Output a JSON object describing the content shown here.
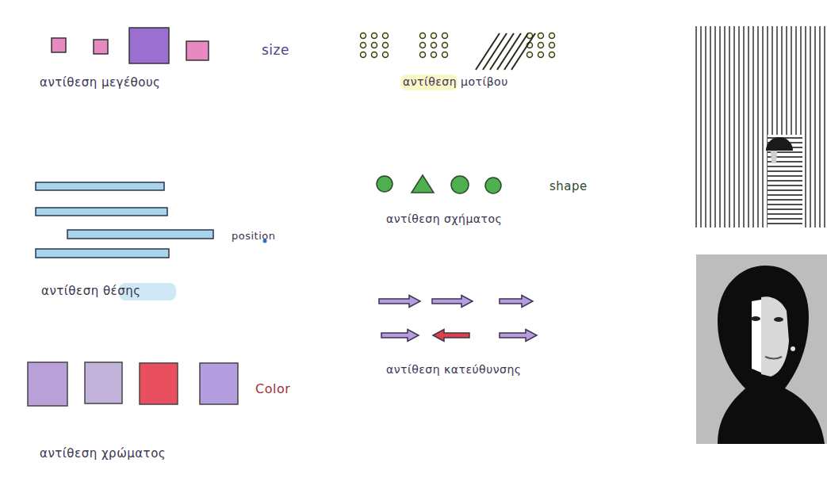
{
  "diagram": {
    "labels": [
      "size",
      "αντίθεση μεγέθους",
      "αντίθεση μοτίβου",
      "shape",
      "αντίθεση σχήματος",
      "position",
      "αντίθεση θέσης",
      "αντίθεση κατεύθυνσης",
      "Color",
      "αντίθεση χρώματος"
    ]
  }
}
